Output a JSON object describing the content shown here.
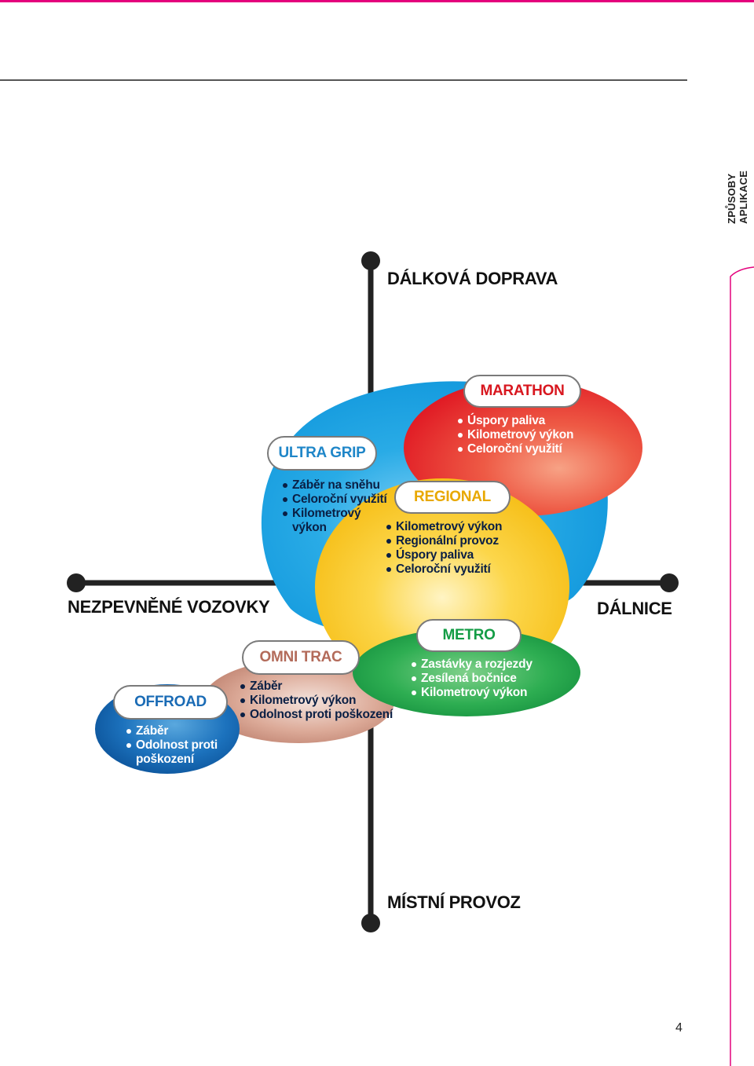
{
  "side_label": "ZPŮSOBY APLIKACE",
  "page_number": "4",
  "axes": {
    "top": "DÁLKOVÁ DOPRAVA",
    "bottom": "MÍSTNÍ PROVOZ",
    "left": "NEZPEVNĚNÉ VOZOVKY",
    "right": "DÁLNICE"
  },
  "products": {
    "ultra_grip": {
      "name": "ULTRA GRIP",
      "bullets": [
        "Záběr na sněhu",
        "Celoroční využití",
        "Kilometrový výkon"
      ],
      "color": "#21a6e6"
    },
    "marathon": {
      "name": "MARATHON",
      "bullets": [
        "Úspory paliva",
        "Kilometrový výkon",
        "Celoroční využití"
      ],
      "color": "#e8202a"
    },
    "regional": {
      "name": "REGIONAL",
      "bullets": [
        "Kilometrový výkon",
        "Regionální provoz",
        "Úspory paliva",
        "Celoroční využití"
      ],
      "color": "#f7c514"
    },
    "metro": {
      "name": "METRO",
      "bullets": [
        "Zastávky a rozjezdy",
        "Zesílená bočnice",
        "Kilometrový výkon"
      ],
      "color": "#139c45"
    },
    "omni_trac": {
      "name": "OMNI TRAC",
      "bullets": [
        "Záběr",
        "Kilometrový výkon",
        "Odolnost proti poškození"
      ],
      "color": "#c98f80"
    },
    "offroad": {
      "name": "OFFROAD",
      "bullets": [
        "Záběr",
        "Odolnost proti poškození"
      ],
      "color": "#1a6bb5"
    }
  }
}
